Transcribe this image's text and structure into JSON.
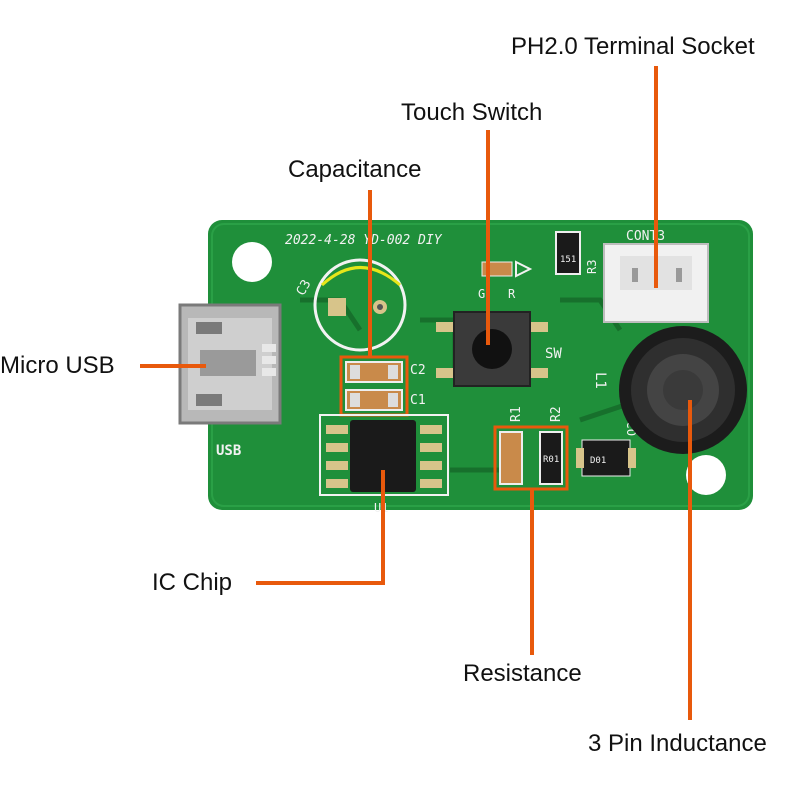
{
  "colors": {
    "board": "#1f8f3a",
    "board_dark": "#17702c",
    "silkscreen": "#f2f2f2",
    "callout_line": "#e8590c",
    "label_text": "#111111"
  },
  "callouts": {
    "ph_socket": "PH2.0 Terminal Socket",
    "touch_switch": "Touch Switch",
    "capacitance": "Capacitance",
    "micro_usb": "Micro USB",
    "ic_chip": "IC Chip",
    "resistance": "Resistance",
    "inductance": "3 Pin Inductance"
  },
  "silkscreen": {
    "board_id": "2022-4-28 YD-002 DIY",
    "conn": "CONT3",
    "c3": "C3",
    "c2": "C2",
    "c1": "C1",
    "usb": "USB",
    "sw": "SW",
    "l1": "L1",
    "r1": "R1",
    "r2": "R2",
    "r3": "R3",
    "q2": "Q2",
    "u1": "U1",
    "led_g": "G",
    "led_r": "R",
    "r2_code": "R01",
    "r3_code": "151",
    "q_code": "D01"
  }
}
